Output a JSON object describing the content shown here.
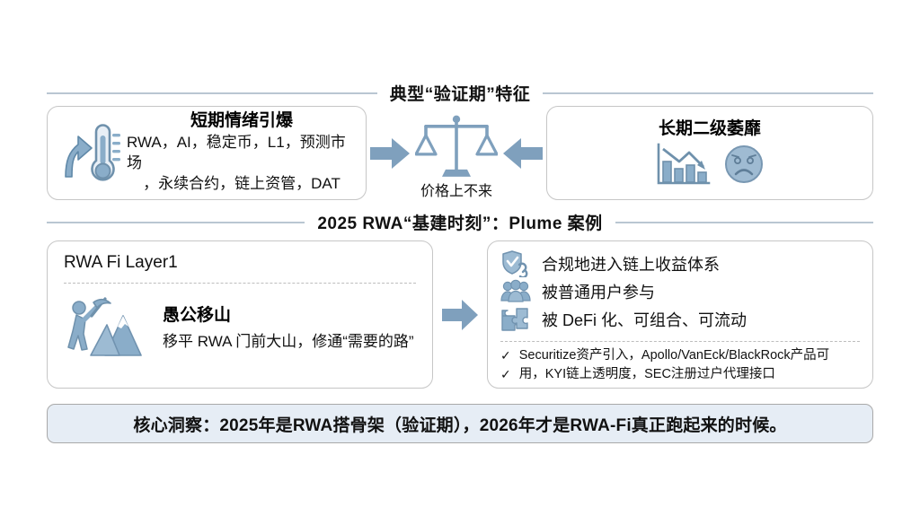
{
  "section1": {
    "title": "典型“验证期”特征",
    "left_box": {
      "icon": "thermometer-rising-icon",
      "headline": "短期情绪引爆",
      "body_line1": "RWA，AI，稳定币，L1，预测市场",
      "body_line2": "，永续合约，链上资管，DAT"
    },
    "center": {
      "icon": "balance-scale-icon",
      "caption": "价格上不来",
      "arrow_left": "arrow-right-icon",
      "arrow_right": "arrow-left-icon"
    },
    "right_box": {
      "headline": "长期二级萎靡",
      "icon_chart": "declining-bar-chart-icon",
      "icon_face": "sad-face-icon"
    }
  },
  "section2": {
    "title": "2025 RWA“基建时刻”：Plume 案例",
    "left_panel": {
      "title": "RWA Fi Layer1",
      "icon": "miner-mountain-icon",
      "headline": "愚公移山",
      "subtext": "移平 RWA 门前大山，修通“需要的路”"
    },
    "arrow": "arrow-right-icon",
    "right_panel": {
      "bullets": [
        {
          "icon": "shield-check-link-icon",
          "label": "合规地进入链上收益体系"
        },
        {
          "icon": "people-group-icon",
          "label": "被普通用户参与"
        },
        {
          "icon": "puzzle-pieces-icon",
          "label": "被 DeFi 化、可组合、可流动"
        }
      ],
      "check_mark": "✓",
      "checks": [
        "Securitize资产引入，Apollo/VanEck/BlackRock产品可",
        "用，KYI链上透明度，SEC注册过户代理接口"
      ]
    }
  },
  "bottom": {
    "text": "核心洞察：2025年是RWA搭骨架（验证期），2026年才是RWA-Fi真正跑起来的时候。"
  },
  "colors": {
    "icon_fill": "#8aadc9",
    "icon_stroke": "#6f91ac",
    "arrow": "#7e a0bd",
    "card_border": "#c6c6c6",
    "rule": "#b9c6d2",
    "bottom_bg": "#e6edf5"
  }
}
